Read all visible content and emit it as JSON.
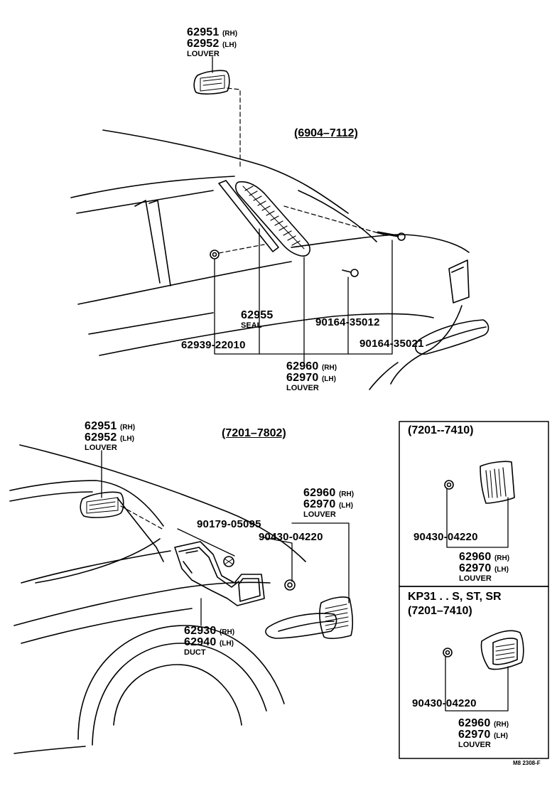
{
  "section_top": {
    "range": "(6904–7112)",
    "louver_upper": {
      "part_rh": "62951",
      "side_rh": "(RH)",
      "part_lh": "62952",
      "side_lh": "(LH)",
      "name": "LOUVER"
    },
    "seal": {
      "part": "62955",
      "name": "SEAL"
    },
    "screw_a": "90164-35012",
    "screw_b": "90164-35021",
    "nut": "62939-22010",
    "louver_lower": {
      "part_rh": "62960",
      "side_rh": "(RH)",
      "part_lh": "62970",
      "side_lh": "(LH)",
      "name": "LOUVER"
    }
  },
  "section_bottom": {
    "range": "(7201–7802)",
    "louver_upper": {
      "part_rh": "62951",
      "side_rh": "(RH)",
      "part_lh": "62952",
      "side_lh": "(LH)",
      "name": "LOUVER"
    },
    "louver_lower": {
      "part_rh": "62960",
      "side_rh": "(RH)",
      "part_lh": "62970",
      "side_lh": "(LH)",
      "name": "LOUVER"
    },
    "screw": "90179-05095",
    "nut": "90430-04220",
    "duct": {
      "part_rh": "62930",
      "side_rh": "(RH)",
      "part_lh": "62940",
      "side_lh": "(LH)",
      "name": "DUCT"
    }
  },
  "box_a": {
    "range": "(7201--7410)",
    "nut": "90430-04220",
    "louver": {
      "part_rh": "62960",
      "side_rh": "(RH)",
      "part_lh": "62970",
      "side_lh": "(LH)",
      "name": "LOUVER"
    }
  },
  "box_b": {
    "model": "KP31 . . S, ST, SR",
    "range": "(7201–7410)",
    "nut": "90430-04220",
    "louver": {
      "part_rh": "62960",
      "side_rh": "(RH)",
      "part_lh": "62970",
      "side_lh": "(LH)",
      "name": "LOUVER"
    }
  },
  "figure_code": "M8 2308-F"
}
